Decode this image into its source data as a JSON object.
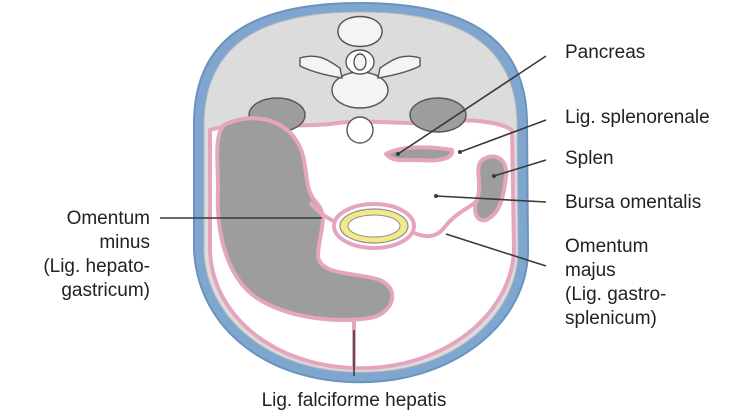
{
  "diagram": {
    "colors": {
      "body_wall": "#7ea6cf",
      "retroperitoneum": "#dcdcdc",
      "organ": "#9d9d9d",
      "organ_light": "#b0b0b0",
      "peritoneum": "#e6a5bf",
      "stomach_ring": "#f2ea8a",
      "cavity": "#ffffff",
      "leader": "#3a3a3a"
    },
    "labels": {
      "pancreas": "Pancreas",
      "lig_splenorenale": "Lig. splenorenale",
      "splen": "Splen",
      "bursa_omentalis": "Bursa omentalis",
      "omentum_minus": [
        "Omentum",
        "minus",
        "(Lig. hepato-",
        "gastricum)"
      ],
      "omentum_majus": [
        "Omentum",
        "majus",
        "(Lig. gastro-",
        "splenicum)"
      ],
      "lig_falciforme": "Lig. falciforme hepatis"
    }
  }
}
